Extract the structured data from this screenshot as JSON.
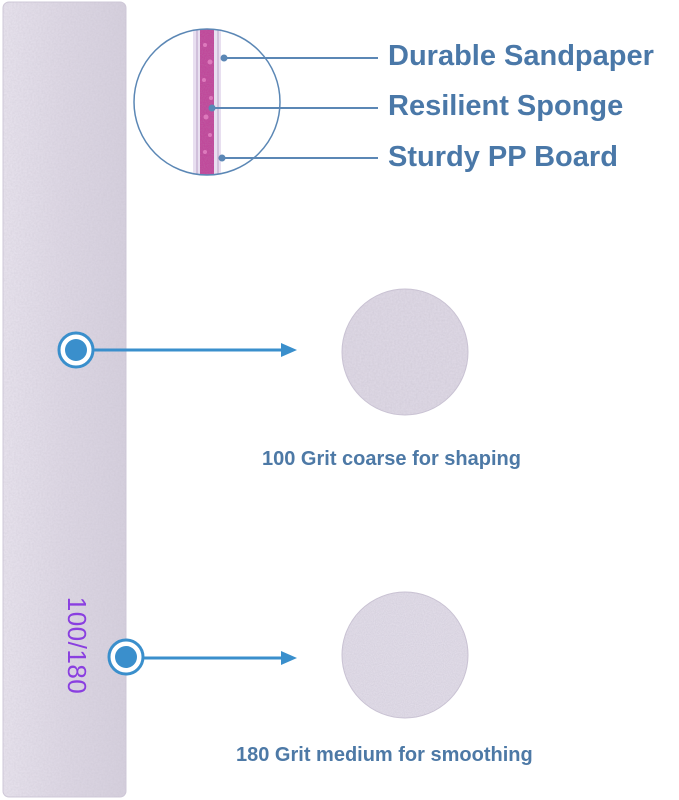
{
  "file": {
    "marking": "100/180",
    "color": "#ddd8e4",
    "marking_color": "#8a3fe0"
  },
  "layers": [
    {
      "label": "Durable Sandpaper"
    },
    {
      "label": "Resilient Sponge"
    },
    {
      "label": "Sturdy PP Board"
    }
  ],
  "grits": [
    {
      "label": "100 Grit coarse for shaping"
    },
    {
      "label": "180 Grit medium for smoothing"
    }
  ],
  "colors": {
    "label_text": "#4a78a8",
    "pointer": "#3a8fcc",
    "callout_line": "#5b87b5",
    "sponge_core": "#c0479a"
  },
  "icons": [
    "arrow-pointer-icon",
    "arrow-pointer-icon"
  ]
}
